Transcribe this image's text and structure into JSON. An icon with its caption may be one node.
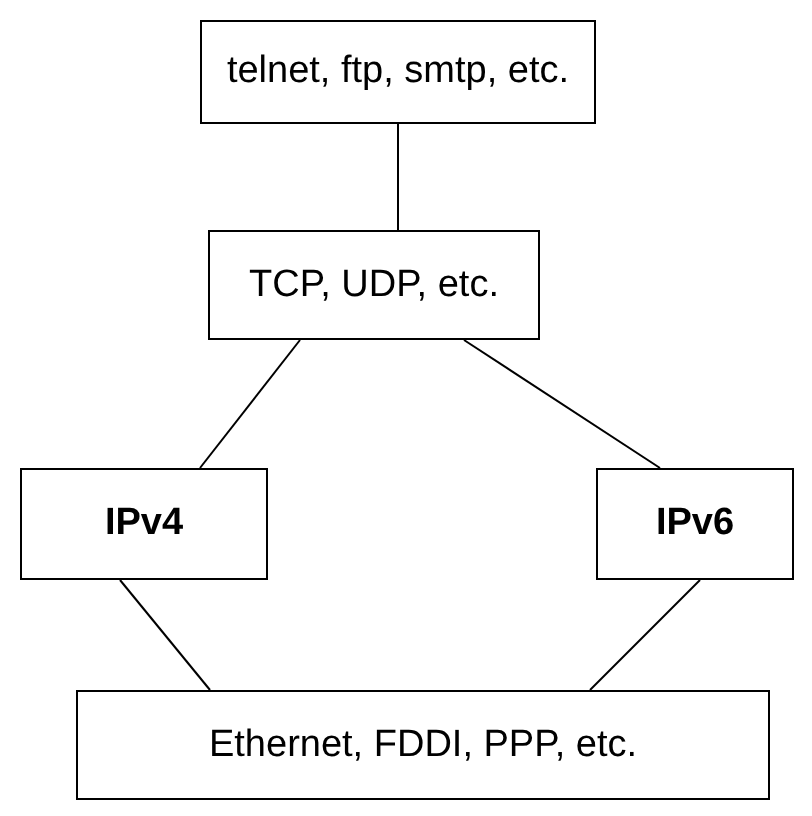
{
  "diagram": {
    "nodes": [
      {
        "text": [
          "telnet, ftp, smtp, etc."
        ]
      },
      {
        "text": [
          "TCP, UDP, etc."
        ]
      },
      {
        "text": [
          "IPv4"
        ]
      },
      {
        "text": [
          "IPv6"
        ]
      },
      {
        "text": [
          "Ethernet, FDDI, PPP, etc."
        ]
      }
    ],
    "edges": [
      {
        "from": 0,
        "to": 1,
        "arrow": "none"
      },
      {
        "from": 1,
        "to": 2,
        "arrow": "none"
      },
      {
        "from": 1,
        "to": 3,
        "arrow": "none"
      },
      {
        "from": 2,
        "to": 4,
        "arrow": "none"
      },
      {
        "from": 3,
        "to": 4,
        "arrow": "none"
      }
    ]
  }
}
